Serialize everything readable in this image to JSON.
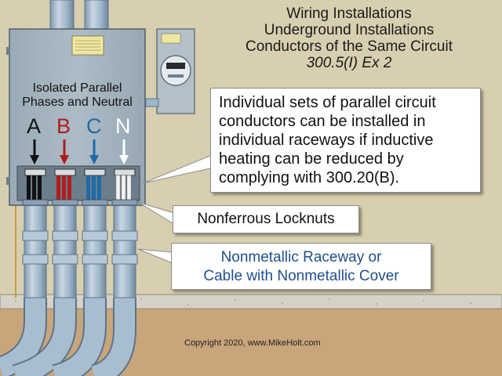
{
  "title": {
    "line1": "Wiring Installations",
    "line2": "Underground Installations",
    "line3": "Conductors of the Same Circuit",
    "line4": "300.5(I) Ex 2"
  },
  "panel_label": {
    "line1": "Isolated Parallel",
    "line2": "Phases and Neutral"
  },
  "phases": [
    {
      "label": "A",
      "color": "#111111"
    },
    {
      "label": "B",
      "color": "#b01c1c"
    },
    {
      "label": "C",
      "color": "#1f6aa8"
    },
    {
      "label": "N",
      "color": "#ffffff"
    }
  ],
  "callouts": {
    "main": [
      "Individual sets of parallel circuit",
      "conductors can be installed in",
      "individual raceways if inductive",
      "heating can be reduced by",
      "complying with 300.20(B)."
    ],
    "locknuts": "Nonferrous Locknuts",
    "raceway": [
      "Nonmetallic Raceway or",
      "Cable with Nonmetallic Cover"
    ]
  },
  "colors": {
    "background": "#d8cfb0",
    "panel": "#a3b3be",
    "conduit": "#9fb5c9",
    "raceway_text": "#1f4f8a",
    "ground": "#c8a57a"
  },
  "copyright": "Copyright 2020, www.MikeHolt.com"
}
